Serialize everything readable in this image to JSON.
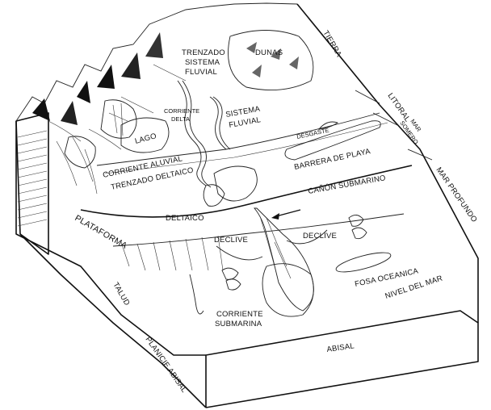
{
  "labels": {
    "tierra": "TIERRA",
    "litoral": "LITORAL",
    "mar_somero_1": "MAR",
    "mar_somero_2": "SOMERO",
    "mar_profundo": "MAR PROFUNDO",
    "trenzado_1": "TRENZADO",
    "trenzado_2": "SISTEMA",
    "trenzado_3": "FLUVIAL",
    "dunas": "DUNAS",
    "corriente_delta_1": "CORRIENTE",
    "corriente_delta_2": "DELTA",
    "lago": "LAGO",
    "sistema_fluvial_1": "SISTEMA",
    "sistema_fluvial_2": "FLUVIAL",
    "desgaste": "DESGASTE",
    "barrera_de_playa": "BARRERA DE PLAYA",
    "corriente_aluvial": "CORRIENTE ALUVIAL",
    "trenzado_deltaico": "TRENZADO DELTAICO",
    "deltaico": "DELTAICO",
    "canon_submarino": "CAÑÓN SUBMARINO",
    "plataforma": "PLATAFORMA",
    "declive_left": "DECLIVE",
    "declive_right": "DECLIVE",
    "fosa_oceanica": "FOSA OCEANICA",
    "nivel_del_mar": "NIVEL DEL MAR",
    "talud": "TALUD",
    "corriente_submarina_1": "CORRIENTE",
    "corriente_submarina_2": "SUBMARINA",
    "planicie_abisal": "PLANICIE ABISAL",
    "abisal": "ABISAL"
  }
}
